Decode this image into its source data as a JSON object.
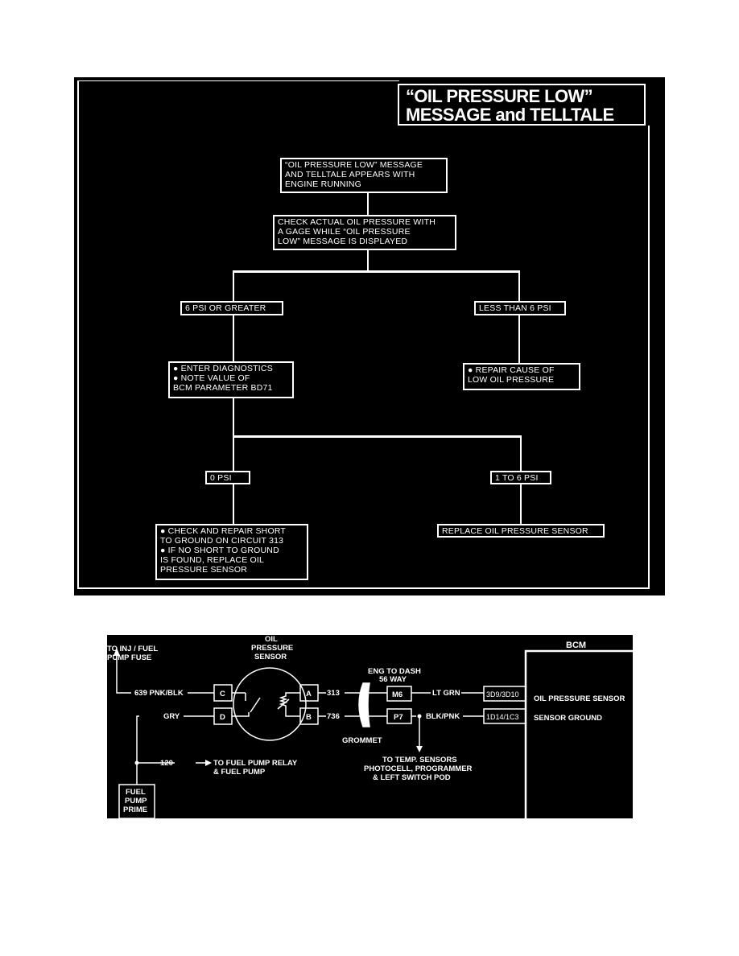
{
  "flowchart": {
    "title": [
      "“OIL PRESSURE LOW”",
      "MESSAGE and TELLTALE"
    ],
    "start": [
      "“OIL PRESSURE LOW” MESSAGE",
      "AND TELLTALE APPEARS WITH",
      "ENGINE RUNNING"
    ],
    "check": [
      "CHECK ACTUAL OIL PRESSURE WITH",
      "A GAGE WHILE “OIL PRESSURE",
      "LOW” MESSAGE IS DISPLAYED"
    ],
    "branch_ge": "6 PSI OR GREATER",
    "branch_lt": "LESS THAN 6 PSI",
    "diagnostics": [
      "●  ENTER DIAGNOSTICS",
      "●  NOTE VALUE OF",
      "BCM PARAMETER BD71"
    ],
    "repair_low": [
      "●  REPAIR  CAUSE OF",
      "LOW OIL PRESSURE"
    ],
    "branch_zero": "0 PSI",
    "branch_one_six": "1 TO 6 PSI",
    "short_check": [
      "●  CHECK AND REPAIR SHORT",
      "TO GROUND ON CIRCUIT 313",
      "●  IF NO SHORT TO GROUND",
      "IS FOUND, REPLACE OIL",
      "PRESSURE SENSOR"
    ],
    "replace_sensor": "REPLACE OIL PRESSURE SENSOR"
  },
  "wiring": {
    "fuse_label": [
      "TO INJ / FUEL",
      "PUMP FUSE"
    ],
    "sensor_label": [
      "OIL",
      "PRESSURE",
      "SENSOR"
    ],
    "wire_639": "639 PNK/BLK",
    "wire_gry": "GRY",
    "pin_c": "C",
    "pin_d": "D",
    "pin_a": "A",
    "pin_b": "B",
    "circuit_313": "313",
    "circuit_736": "736",
    "connector_label": [
      "ENG TO DASH",
      "56 WAY"
    ],
    "pin_m6": "M6",
    "pin_p7": "P7",
    "grommet": "GROMMET",
    "wire_lt_grn": "LT GRN",
    "wire_blk_pnk": "BLK/PNK",
    "bcm_pin_1": "3D9/3D10",
    "bcm_pin_2": "1D14/1C3",
    "bcm": "BCM",
    "oil_pressure_sensor": "OIL PRESSURE SENSOR",
    "sensor_ground": "SENSOR GROUND",
    "circuit_120": "120",
    "fuel_pump_relay": [
      "TO FUEL PUMP RELAY",
      "& FUEL PUMP"
    ],
    "temp_sensors": [
      "TO TEMP. SENSORS",
      "PHOTOCELL, PROGRAMMER",
      "& LEFT SWITCH POD"
    ],
    "fuel_pump_prime": [
      "FUEL",
      "PUMP",
      "PRIME"
    ]
  }
}
